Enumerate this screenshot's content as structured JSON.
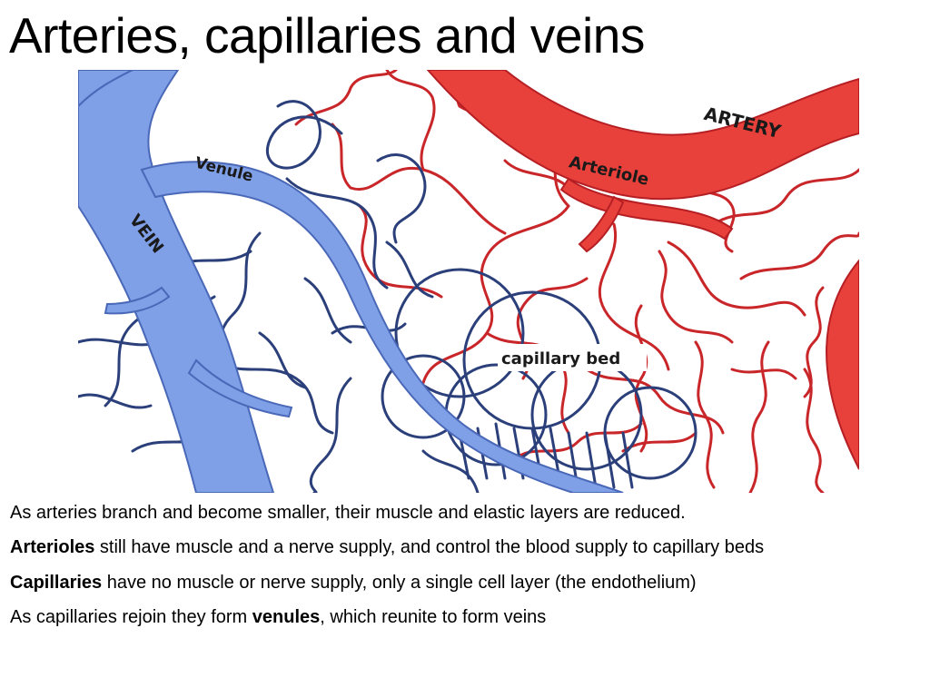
{
  "slide": {
    "title": "Arteries, capillaries and veins"
  },
  "diagram": {
    "labels": {
      "artery": "ARTERY",
      "arteriole": "Arteriole",
      "venule": "Venule",
      "vein": "VEIN",
      "capillary_bed": "capillary bed"
    },
    "colors": {
      "artery": "#e8403a",
      "artery_capillary": "#c9262a",
      "vein": "#7f9fe6",
      "vein_capillary": "#2b3f7a",
      "background": "#ffffff"
    }
  },
  "paragraphs": {
    "p1": {
      "text": "As arteries branch and become smaller, their muscle and elastic layers are reduced."
    },
    "p2": {
      "bold": "Arterioles",
      "rest": " still have muscle and a nerve supply, and control the blood supply to capillary beds"
    },
    "p3": {
      "bold": "Capillaries",
      "rest": " have no muscle or nerve supply, only a single cell layer (the endothelium)"
    },
    "p4": {
      "before": "As capillaries rejoin they form ",
      "bold": "venules",
      "after": ", which reunite to form veins"
    }
  }
}
